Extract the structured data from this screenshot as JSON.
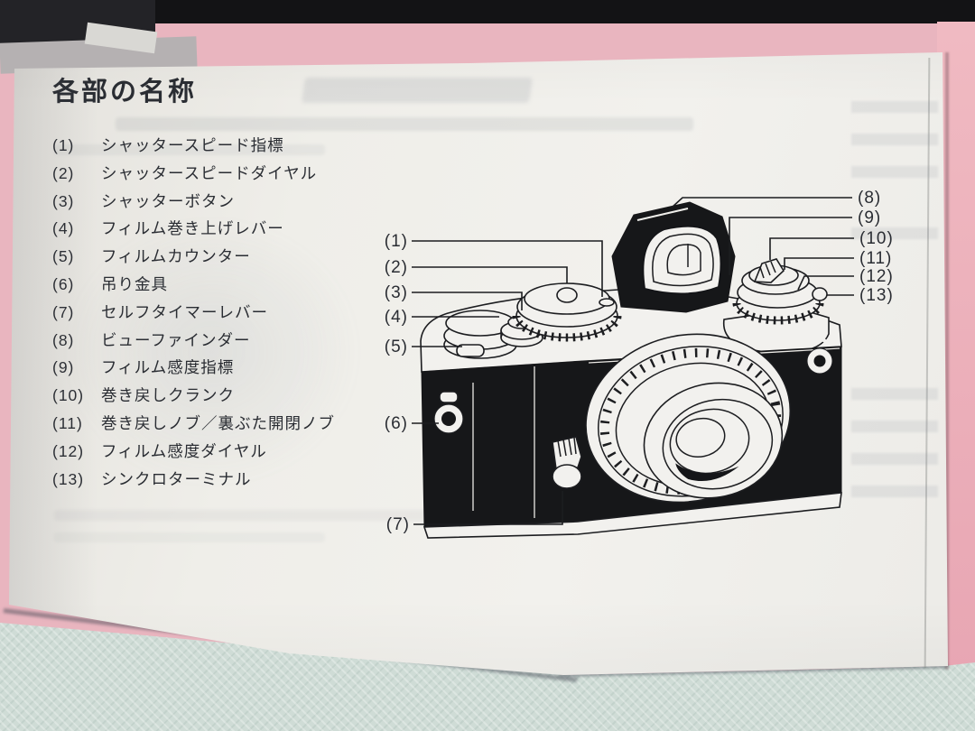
{
  "page": {
    "title": "各部の名称",
    "parts": [
      {
        "num": "(1)",
        "name": "シャッタースピード指標"
      },
      {
        "num": "(2)",
        "name": "シャッタースピードダイヤル"
      },
      {
        "num": "(3)",
        "name": "シャッターボタン"
      },
      {
        "num": "(4)",
        "name": "フィルム巻き上げレバー"
      },
      {
        "num": "(5)",
        "name": "フィルムカウンター"
      },
      {
        "num": "(6)",
        "name": "吊り金具"
      },
      {
        "num": "(7)",
        "name": "セルフタイマーレバー"
      },
      {
        "num": "(8)",
        "name": "ビューファインダー"
      },
      {
        "num": "(9)",
        "name": "フィルム感度指標"
      },
      {
        "num": "(10)",
        "name": "巻き戻しクランク"
      },
      {
        "num": "(11)",
        "name": "巻き戻しノブ／裏ぶた開閉ノブ"
      },
      {
        "num": "(12)",
        "name": "フィルム感度ダイヤル"
      },
      {
        "num": "(13)",
        "name": "シンクロターミナル"
      }
    ],
    "callouts": [
      "(1)",
      "(2)",
      "(3)",
      "(4)",
      "(5)",
      "(6)",
      "(7)",
      "(8)",
      "(9)",
      "(10)",
      "(11)",
      "(12)",
      "(13)"
    ]
  },
  "colors": {
    "paper": "#f0efeb",
    "ink": "#2a2d33",
    "dink": "#1c1d20",
    "pink": "#e9b5bf",
    "table": "#cfdcd6",
    "strip": "#131315",
    "cam": "#161719"
  }
}
